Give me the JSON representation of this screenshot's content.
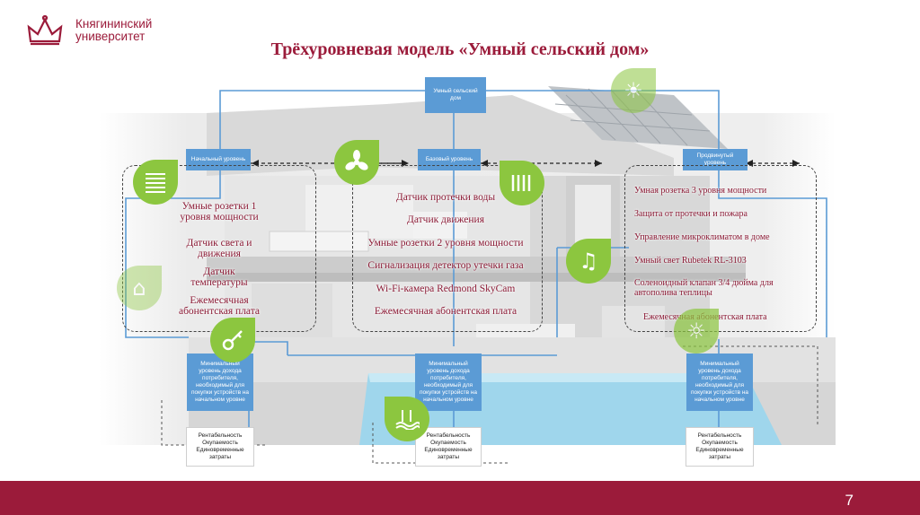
{
  "university": {
    "line1": "Княгининский",
    "line2": "университет"
  },
  "slide_title": "Трёхуровневая модель «Умный сельский дом»",
  "root_box": "Умный сельский дом",
  "levels": [
    {
      "name": "Начальный уровень",
      "items": [
        "Умные розетки 1 уровня мощности",
        "Датчик света и движения",
        "Датчик температуры",
        "Ежемесячная абонентская плата"
      ],
      "income": "Минимальный уровень дохода потребителя, необходимый для покупки устройств на начальном уровне",
      "metrics": [
        "Рентабельность",
        "Окупаемость",
        "Единовременные затраты"
      ]
    },
    {
      "name": "Базовый уровень",
      "items": [
        "Датчик протечки воды",
        "Датчик движения",
        "Умные розетки 2 уровня мощности",
        "Сигнализация детектор утечки газа",
        "Wi-Fi-камера Redmond SkyCam",
        "Ежемесячная абонентская плата"
      ],
      "income": "Минимальный уровень дохода потребителя, необходимый для покупки устройств на начальном уровне",
      "metrics": [
        "Рентабельность",
        "Окупаемость",
        "Единовременные затраты"
      ]
    },
    {
      "name": "Продвинутый уровень",
      "items": [
        "Умная розетка 3 уровня мощности",
        "Защита от протечки и пожара",
        "Управление микроклиматом в доме",
        "Умный свет Rubetek RL-3103",
        "Соленоидный клапан 3/4 дюйма для автополива теплицы",
        "Ежемесячная абонентская плата"
      ],
      "income": "Минимальный уровень дохода потребителя, необходимый для покупки устройств на начальном уровне",
      "metrics": [
        "Рентабельность",
        "Окупаемость",
        "Единовременные затраты"
      ]
    }
  ],
  "icons": [
    "window-blinds-icon",
    "fan-icon",
    "radiator-icon",
    "music-note-icon",
    "light-bulb-icon",
    "key-icon",
    "pool-icon",
    "house-shield-icon",
    "swimming-ladder-icon"
  ],
  "colors": {
    "brand": "#9b1b3a",
    "box_blue": "#5b9bd5",
    "icon_green": "#8cc63f"
  },
  "page_number": "7"
}
